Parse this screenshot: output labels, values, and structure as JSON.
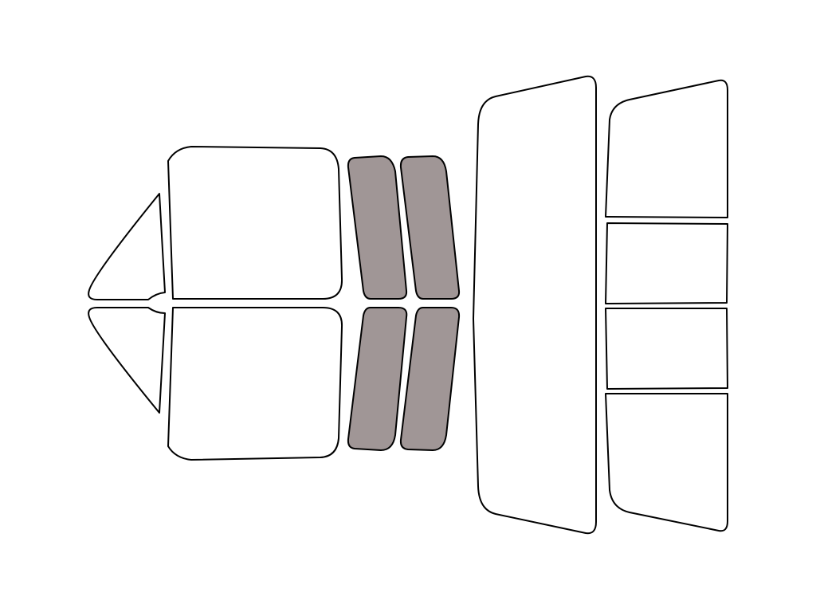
{
  "colors": {
    "background": "#ffffff",
    "outline": "#000000",
    "unselected_fill": "#ffffff",
    "selected_fill": "#a09696"
  },
  "panes": [
    {
      "id": "vent-upper",
      "group": "left-side",
      "selected": false
    },
    {
      "id": "front-door-upper",
      "group": "left-side",
      "selected": false
    },
    {
      "id": "vent-lower",
      "group": "left-side",
      "selected": false
    },
    {
      "id": "front-door-lower",
      "group": "left-side",
      "selected": false
    },
    {
      "id": "strip-top-left",
      "group": "center-strips",
      "selected": true
    },
    {
      "id": "strip-top-right",
      "group": "center-strips",
      "selected": true
    },
    {
      "id": "strip-bottom-left",
      "group": "center-strips",
      "selected": true
    },
    {
      "id": "strip-bottom-right",
      "group": "center-strips",
      "selected": true
    },
    {
      "id": "windshield",
      "group": "front",
      "selected": false
    },
    {
      "id": "rear-top",
      "group": "right-side",
      "selected": false
    },
    {
      "id": "rear-upper-middle",
      "group": "right-side",
      "selected": false
    },
    {
      "id": "rear-lower-middle",
      "group": "right-side",
      "selected": false
    },
    {
      "id": "rear-bottom",
      "group": "right-side",
      "selected": false
    }
  ]
}
